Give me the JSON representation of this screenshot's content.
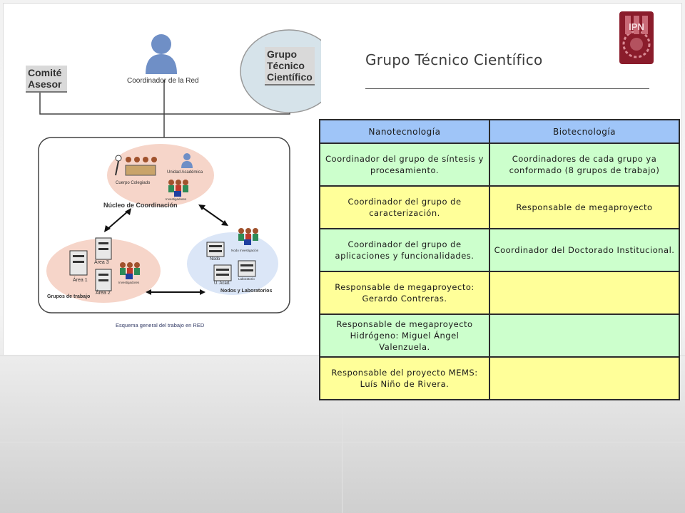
{
  "slide": {
    "title": "Grupo Técnico Científico",
    "logo_label": "IPN"
  },
  "diagram": {
    "comite_asesor": "Comité\nAsesor",
    "coordinador": "Coordinador de la Red",
    "grupo_tecnico": "Grupo\nTécnico\nCientífico",
    "cuerpo_colegiado": "Cuerpo Colegiado",
    "unidad_academica": "Unidad Académica",
    "investigadores_top": "Investigadores",
    "nucleo": "Núcleo de Coordinación",
    "area3": "Área 3",
    "area1": "Área 1",
    "area2": "Área 2",
    "investigadores_left": "Investigadores",
    "grupos_trabajo": "Grupos de trabajo",
    "nodo_investigacion": "Nodo Investigación",
    "nodo": "Nodo",
    "u_acad": "U. Acad.",
    "laboratorio": "Laboratorio",
    "nodos_labs": "Nodos y Laboratorios",
    "caption": "Esquema general del trabajo en RED"
  },
  "table": {
    "headers": [
      "Nanotecnología",
      "Biotecnología"
    ],
    "rows": [
      {
        "color": "green",
        "cells": [
          "Coordinador del grupo de síntesis y procesamiento.",
          "Coordinadores de cada grupo ya conformado (8 grupos de trabajo)"
        ]
      },
      {
        "color": "yellow",
        "cells": [
          "Coordinador del grupo de caracterización.",
          "Responsable de megaproyecto"
        ]
      },
      {
        "color": "green",
        "cells": [
          "Coordinador del grupo de aplicaciones y funcionalidades.",
          "Coordinador del Doctorado Institucional."
        ]
      },
      {
        "color": "yellow",
        "cells": [
          "Responsable de megaproyecto: Gerardo Contreras.",
          ""
        ]
      },
      {
        "color": "green",
        "cells": [
          "Responsable de megaproyecto Hidrógeno: Miguel Ángel Valenzuela.",
          ""
        ]
      },
      {
        "color": "yellow",
        "cells": [
          "Responsable del proyecto MEMS: Luís Niño de Rivera.",
          ""
        ]
      }
    ],
    "colors": {
      "header": "#9fc5f8",
      "green": "#ccffcc",
      "yellow": "#ffff99"
    }
  }
}
